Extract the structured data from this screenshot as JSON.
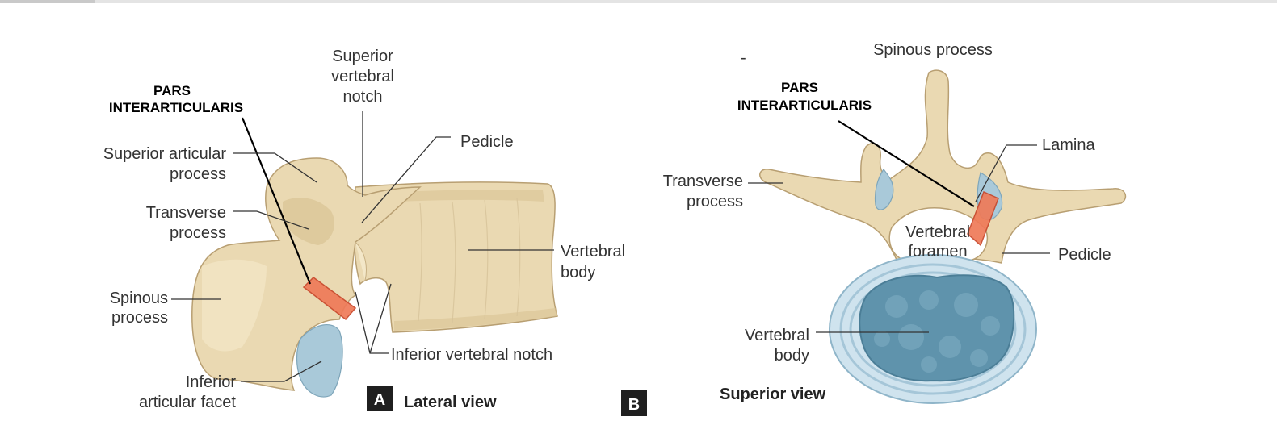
{
  "panel_a": {
    "badge": "A",
    "view_title": "Lateral view",
    "labels": {
      "pars_line1": "PARS",
      "pars_line2": "INTERARTICULARIS",
      "sup_vert_notch_1": "Superior",
      "sup_vert_notch_2": "vertebral",
      "sup_vert_notch_3": "notch",
      "pedicle": "Pedicle",
      "sup_art_1": "Superior articular",
      "sup_art_2": "process",
      "transverse_1": "Transverse",
      "transverse_2": "process",
      "vert_body_1": "Vertebral",
      "vert_body_2": "body",
      "spinous_1": "Spinous",
      "spinous_2": "process",
      "inf_vert_notch": "Inferior vertebral notch",
      "inf_facet_1": "Inferior",
      "inf_facet_2": "articular facet"
    }
  },
  "panel_b": {
    "badge": "B",
    "view_title": "Superior view",
    "dash_mark": "-",
    "labels": {
      "spinous": "Spinous process",
      "pars_line1": "PARS",
      "pars_line2": "INTERARTICULARIS",
      "lamina": "Lamina",
      "transverse_1": "Transverse",
      "transverse_2": "process",
      "foramen_1": "Vertebral",
      "foramen_2": "foramen",
      "pedicle": "Pedicle",
      "vert_body_1": "Vertebral",
      "vert_body_2": "body"
    }
  },
  "colors": {
    "bone": "#ead9b2",
    "cartilage": "#a9c9d9",
    "pars_highlight": "#ef7a58",
    "disc_nucleus": "#5f93ac"
  }
}
